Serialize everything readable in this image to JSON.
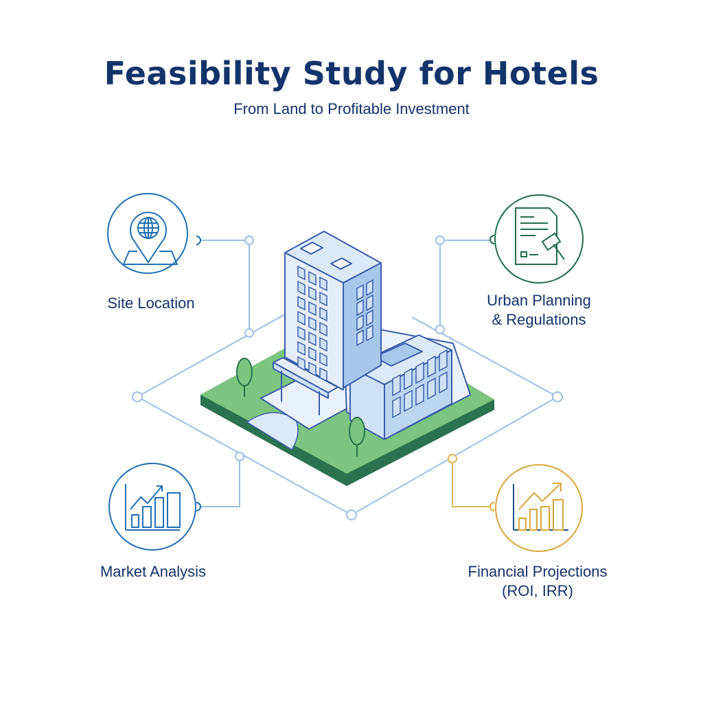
{
  "header": {
    "title": "Feasibility Study for Hotels",
    "subtitle": "From Land to Profitable Investment"
  },
  "nodes": [
    {
      "label": "Site Location",
      "icon": "map-pin-globe-icon",
      "color": "#1f6fb2"
    },
    {
      "label_line1": "Urban Planning",
      "label_line2": "& Regulations",
      "icon": "document-gavel-icon",
      "color": "#1e6b4a"
    },
    {
      "label": "Market Analysis",
      "icon": "bar-chart-trend-icon",
      "color": "#1f6fb2"
    },
    {
      "label_line1": "Financial Projections",
      "label_line2": "(ROI, IRR)",
      "icon": "growth-chart-icon",
      "color": "#d9a53a"
    }
  ],
  "colors": {
    "title": "#13336b",
    "connector": "#9cbfe6",
    "ground": "#7cc47f",
    "ground_edge": "#2a7250",
    "building": "#dbeaf9",
    "building_stroke": "#3a5da8"
  }
}
